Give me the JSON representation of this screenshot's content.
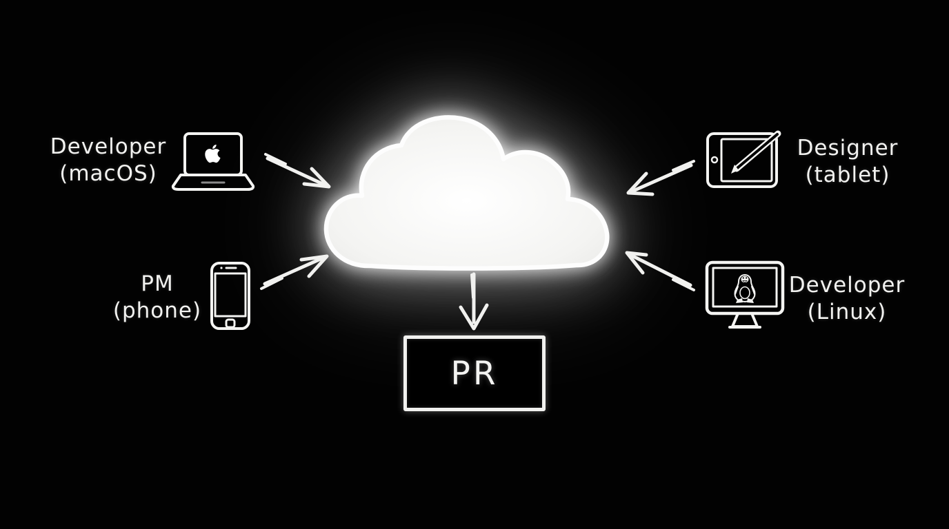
{
  "canvas": {
    "background": "#020202",
    "ink": "#f2f2f0",
    "cloud_fill": "#f5f5f3",
    "cloud_glow": "#ffffff"
  },
  "diagram": {
    "center_node": {
      "type": "cloud",
      "name": "shared-cloud"
    },
    "output_node": {
      "label": "PR"
    },
    "actors": [
      {
        "id": "developer-macos",
        "line1": "Developer",
        "line2": "(macOS)",
        "icon": "laptop-apple-icon",
        "position": "top-left"
      },
      {
        "id": "designer-tablet",
        "line1": "Designer",
        "line2": "(tablet)",
        "icon": "tablet-pen-icon",
        "position": "top-right"
      },
      {
        "id": "pm-phone",
        "line1": "PM",
        "line2": "(phone)",
        "icon": "smartphone-icon",
        "position": "bottom-left"
      },
      {
        "id": "developer-linux",
        "line1": "Developer",
        "line2": "(Linux)",
        "icon": "monitor-tux-icon",
        "position": "bottom-right"
      }
    ],
    "edges": [
      {
        "from": "developer-macos",
        "to": "cloud",
        "direction": "down-right"
      },
      {
        "from": "designer-tablet",
        "to": "cloud",
        "direction": "down-left"
      },
      {
        "from": "pm-phone",
        "to": "cloud",
        "direction": "up-right"
      },
      {
        "from": "developer-linux",
        "to": "cloud",
        "direction": "up-left"
      },
      {
        "from": "cloud",
        "to": "pr-box",
        "direction": "down"
      }
    ]
  }
}
